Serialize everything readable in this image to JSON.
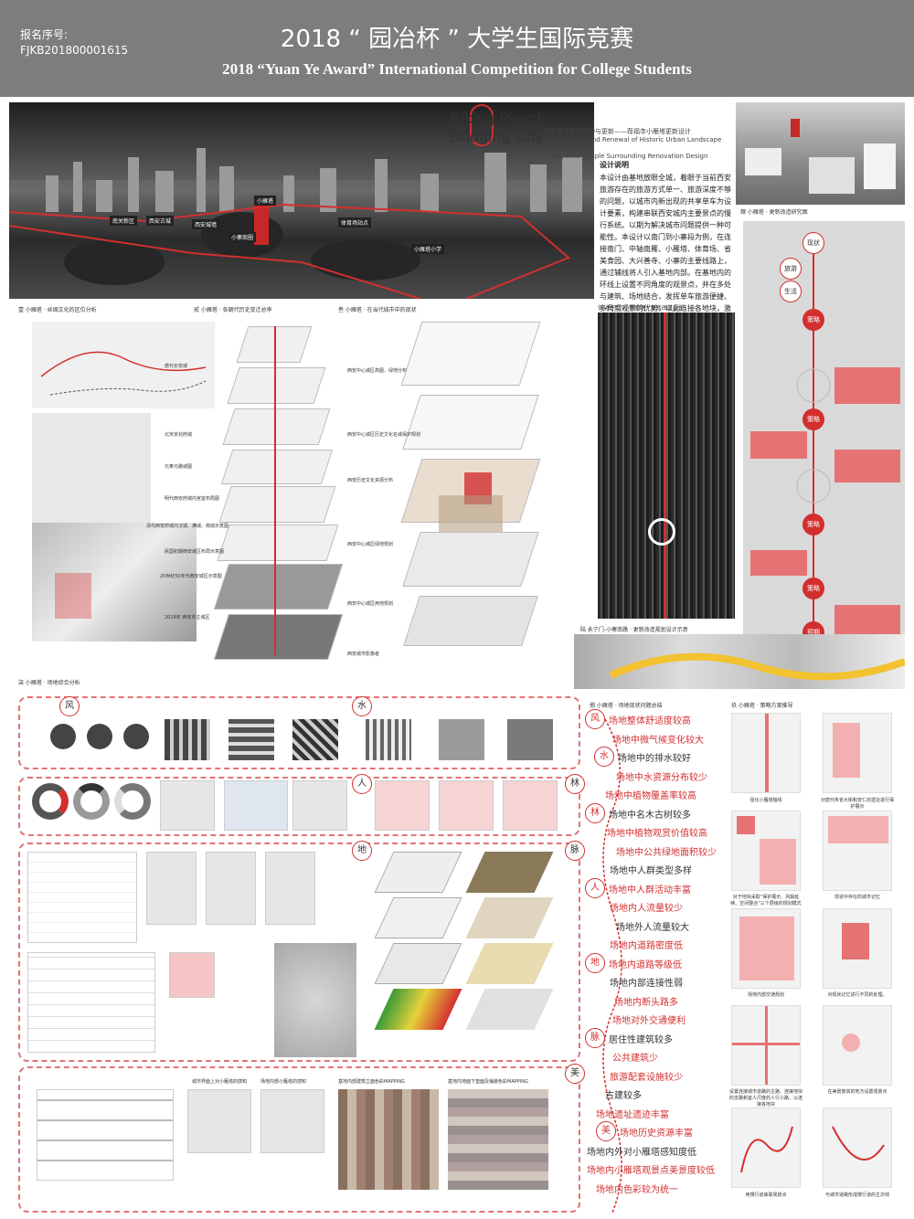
{
  "header": {
    "reg_label": "报名序号:",
    "reg_number": "FJKB201800001615",
    "title_cn": "2018 “ 园冶杯 ” 大学生国际竞赛",
    "title_en": "2018 “Yuan Ye Award” International Competition for College Students"
  },
  "logo": {
    "line1": "Biking People",
    "line2": "Bridging City",
    "subtitle_cn": "历史城市景观保护与更新——荐福寺小雁塔更新设计",
    "subtitle_en1": "Conservation and Renewal of Historic Urban Landscape ——",
    "subtitle_en2": "Xi'an Jianfu Temple Surrounding Renovation Design"
  },
  "description": {
    "title": "设计说明",
    "body": "本设计由基地放眼全城，着眼于当前西安旅游存在的旅游方式单一、旅游深度不够的问题，以城市内新出现的共享单车为设计要素，构建串联西安城内主要景点的慢行系统。以期为解决城市问题提供一种可能性。本设计以南门到小寨段为例，在连接南门、中轴南雁、小雁塔、体育场、省美食园、大兴善寺、小寨的主要线路上，通过辅线将人引入基地内部。在基地内的环线上设置不同角度的观景点，并在多处与建筑、场地结合，发挥单车旅游便捷、多角度观景的优势，以此连接各地块，激活场地，实现当前城市更新下小雁塔片区的保护更新。"
  },
  "hero_tags": [
    "小雁塔",
    "南关新区",
    "西安古城",
    "西安城墙",
    "体育场站点",
    "小寨商圈",
    "小雁塔小学"
  ],
  "right_top_label": "肆 小雁塔 · 更新改造研究图",
  "strategy_nodes": [
    "现状",
    "旅游",
    "生活",
    "策略",
    "策略",
    "策略",
    "策略",
    "预期"
  ],
  "sections": {
    "s1": "壹 小雁塔 · 丝绸文化的区位分析",
    "s2": "贰 小雁塔 · 各朝代历史变迁总率",
    "s3": "叁 小雁塔 · 在当代城市中的现状",
    "s4": "伍 永宁门-小寨南路 · 更新改造规划",
    "s5": "陆 永宁门-小寨南路 · 更新改造规划设计示意",
    "s6": "柒 小雁塔 · 场地综合分析",
    "s7": "捌 小雁塔 · 场地现状问题总结",
    "s8": "玖 小雁塔 · 策略方案推导"
  },
  "history_labels": [
    "唐代长安城",
    "北宋京兆府城",
    "元奉元路城图",
    "明代西安府城内宫室布局图",
    "清代西安府城内汉城、满城、南城示意图",
    "民国初期西安城区布局示意图",
    "20世纪50年代西安城区示意图",
    "2018年 西安市主城区"
  ],
  "present_labels": [
    "西安中心城区高图、绿地分布",
    "西安中心城区历史文化名城保护规划",
    "西安历史文化资源分布",
    "西安中心城区绿地规划",
    "西安中心城区用地规划",
    "西安城市影像者"
  ],
  "analysis_labels": [
    "风",
    "水",
    "人",
    "林",
    "地",
    "脉",
    "美"
  ],
  "findings": [
    {
      "tag": "风",
      "text": "场地整体舒适度较高"
    },
    {
      "tag": "",
      "text": "场地中微气候变化较大"
    },
    {
      "tag": "水",
      "text": "场地中的排水较好"
    },
    {
      "tag": "",
      "text": "场地中水资源分布较少"
    },
    {
      "tag": "",
      "text": "场地中植物覆盖率较高"
    },
    {
      "tag": "林",
      "text": "场地中名木古树较多"
    },
    {
      "tag": "",
      "text": "场地中植物观赏价值较高"
    },
    {
      "tag": "",
      "text": "场地中公共绿地面积较少"
    },
    {
      "tag": "",
      "text": "场地中人群类型多样"
    },
    {
      "tag": "人",
      "text": "场地中人群活动丰富"
    },
    {
      "tag": "",
      "text": "场地内人流量较少"
    },
    {
      "tag": "",
      "text": "场地外人流量较大"
    },
    {
      "tag": "",
      "text": "场地内道路密度低"
    },
    {
      "tag": "地",
      "text": "场地内道路等级低"
    },
    {
      "tag": "",
      "text": "场地内部连接性弱"
    },
    {
      "tag": "",
      "text": "场地内断头路多"
    },
    {
      "tag": "",
      "text": "场地对外交通便利"
    },
    {
      "tag": "脉",
      "text": "居住性建筑较多"
    },
    {
      "tag": "",
      "text": "公共建筑少"
    },
    {
      "tag": "",
      "text": "旅游配套设施较少"
    },
    {
      "tag": "",
      "text": "古建较多"
    },
    {
      "tag": "",
      "text": "场地遗址遗迹丰富"
    },
    {
      "tag": "美",
      "text": "场地历史资源丰富"
    },
    {
      "tag": "",
      "text": "场地内外对小雁塔感知度低"
    },
    {
      "tag": "",
      "text": "场地内小雁塔观景点美景度较低"
    },
    {
      "tag": "",
      "text": "场地内色彩较为统一"
    }
  ],
  "strategy_captions": [
    "强化小雁塔轴线",
    "对唐代朱雀大街和安仁坊遗址进行保护展示",
    "对于地块采取“保护展示、风貌延续、空间整合”三个层级的规划模式",
    "现状中存在的城市记忆",
    "场地内部交通规划",
    "对现状记忆进行不同的处理。",
    "设置连接城市道路的主路、连接地块的支路和宜人尺度的人行小路，以连接各地块",
    "在美景度高的地方设置观景点",
    "用慢行道串联观景点",
    "与城市道路形成慢行道的主次线"
  ],
  "mapping_titles": [
    "城市界面上对小雁塔的感知",
    "场地内部小雁塔的感知",
    "基地内部建筑立面色彩MAPPING",
    "基地内地面下垫面及铺装色彩MAPPING"
  ],
  "colors": {
    "accent": "#d32f2f",
    "header": "#7d7d7d",
    "soft_red": "#e57373"
  }
}
